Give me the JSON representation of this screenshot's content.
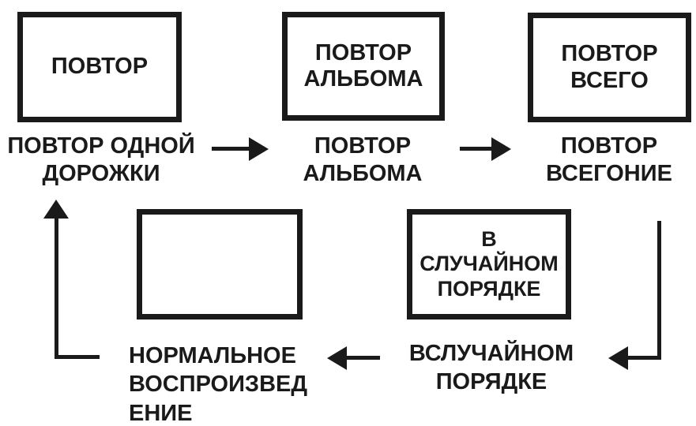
{
  "page": {
    "background_color": "#ffffff",
    "ink_color": "#1a1a1a",
    "description": "Playback mode cycle diagram (Russian)"
  },
  "diagram": {
    "nodes": [
      {
        "id": "repeat-one-track",
        "box_text": "ПОВТОР",
        "caption": "ПОВТОР ОДНОЙ\nДОРОЖКИ"
      },
      {
        "id": "repeat-album",
        "box_text": "ПОВТОР\nАЛЬБОМА",
        "caption": "ПОВТОР\nАЛЬБОМА"
      },
      {
        "id": "repeat-all",
        "box_text": "ПОВТОР\nВСЕГО",
        "caption": "ПОВТОР\nВСЕГОНИЕ"
      },
      {
        "id": "shuffle",
        "box_text": "В СЛУЧАЙНОМ\nПОРЯДКЕ",
        "caption": "ВСЛУЧАЙНОМ\nПОРЯДКЕ"
      },
      {
        "id": "normal-playback",
        "box_text": "",
        "caption": "НОРМАЛЬНОЕ\nВОСПРОИЗВЕД\nЕНИЕ"
      }
    ],
    "arrows": [
      {
        "from": "repeat-one-track",
        "to": "repeat-album",
        "direction": "right"
      },
      {
        "from": "repeat-album",
        "to": "repeat-all",
        "direction": "right"
      },
      {
        "from": "repeat-all",
        "to": "shuffle",
        "direction": "down-then-left"
      },
      {
        "from": "shuffle",
        "to": "normal-playback",
        "direction": "left"
      },
      {
        "from": "normal-playback",
        "to": "repeat-one-track",
        "direction": "up"
      }
    ]
  }
}
